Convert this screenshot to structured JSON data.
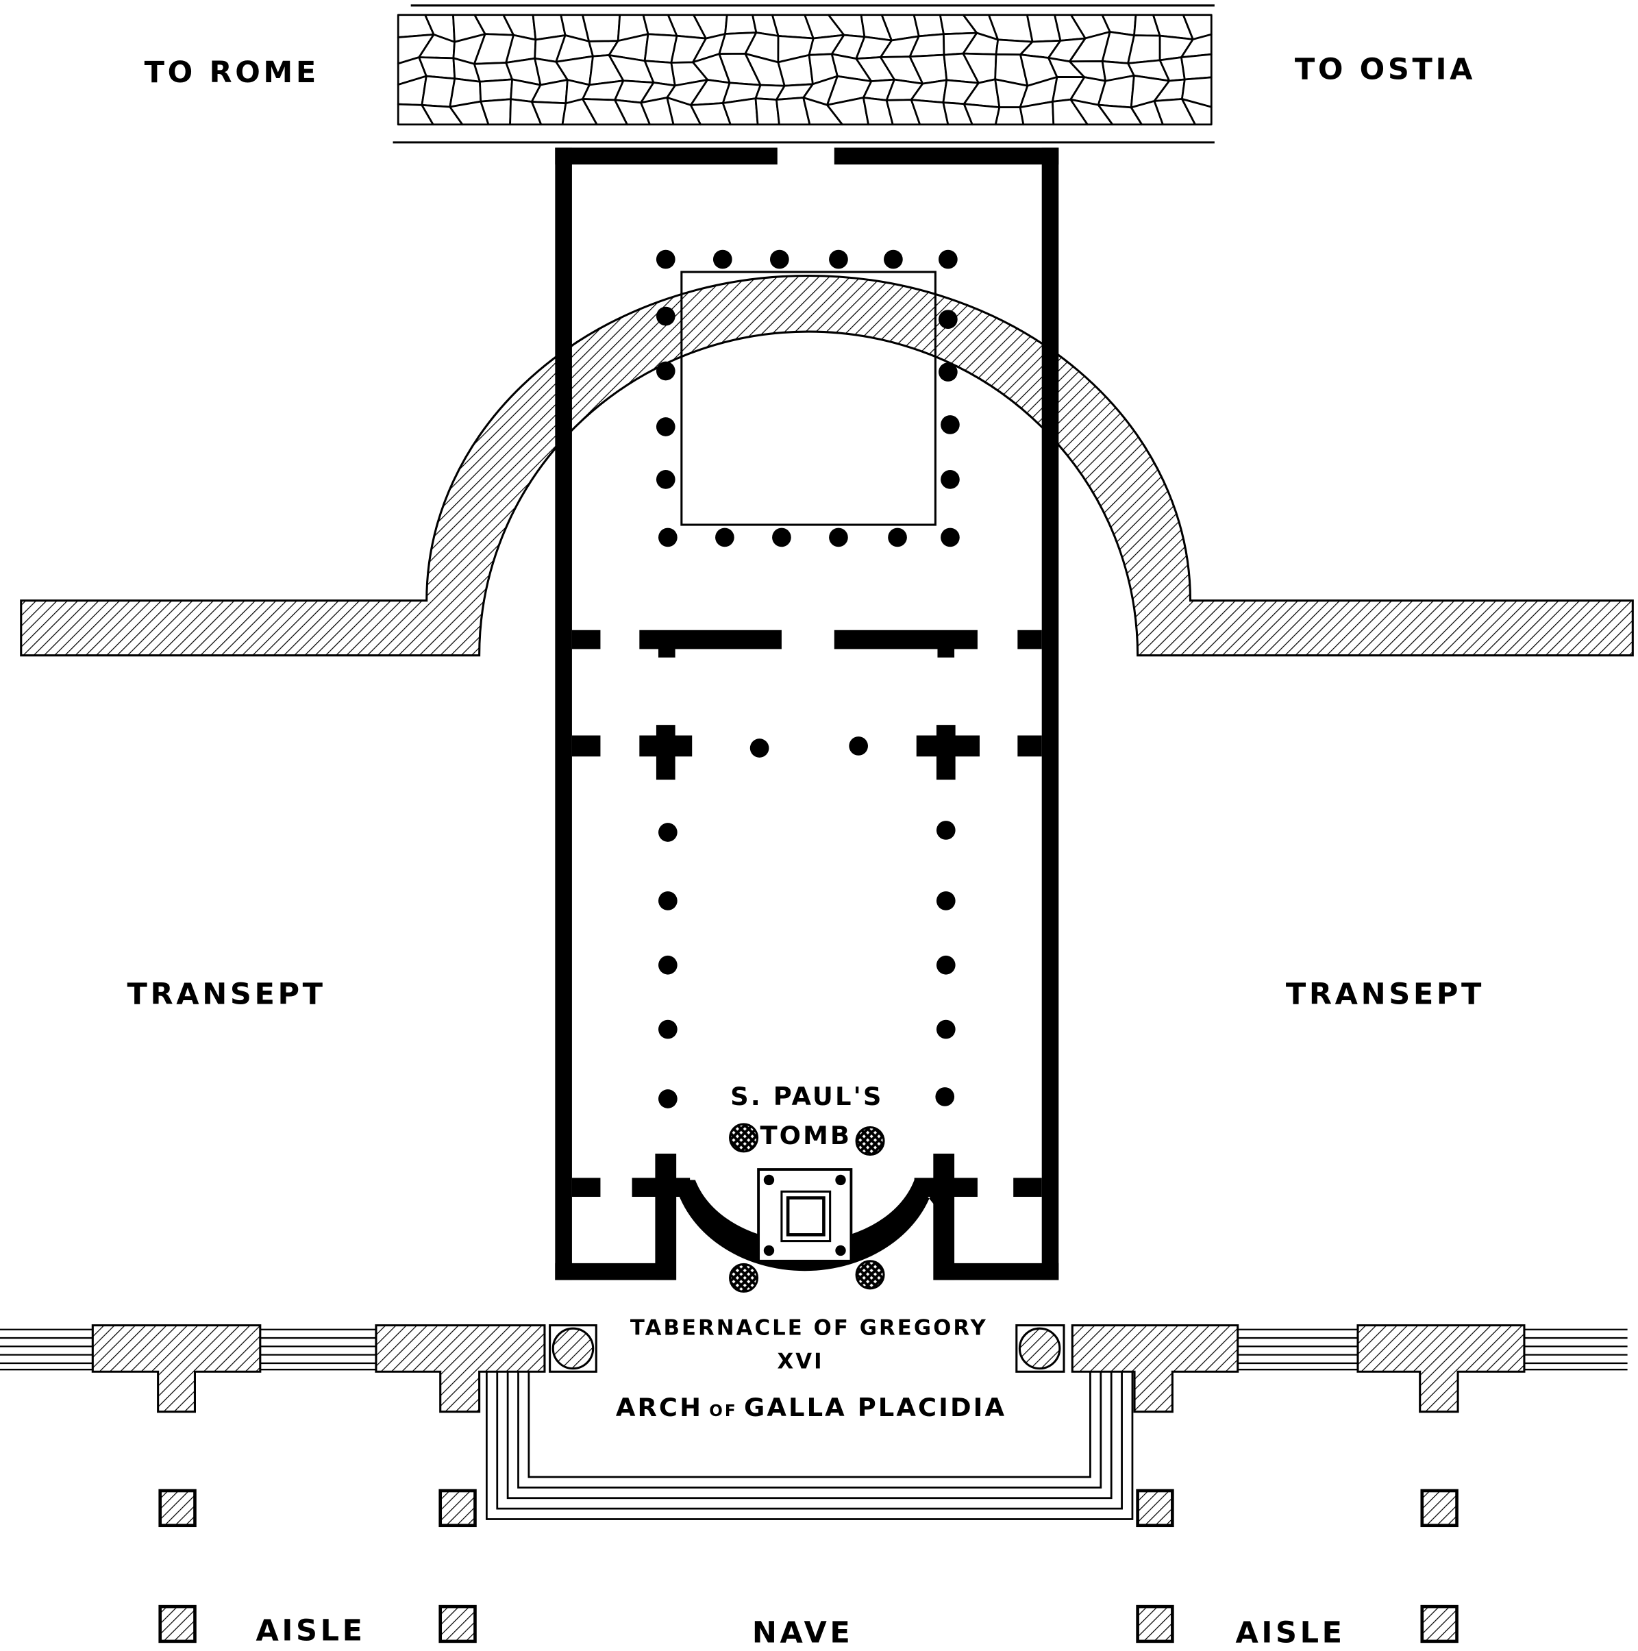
{
  "labels": {
    "to_rome": "TO ROME",
    "to_ostia": "TO OSTIA",
    "transept_left": "TRANSEPT",
    "transept_right": "TRANSEPT",
    "tomb_line1": "S. PAUL'S",
    "tomb_line2": "TOMB",
    "tabernacle_line1": "TABERNACLE OF GREGORY",
    "tabernacle_line2": "XVI",
    "arch_word1": "ARCH",
    "arch_word2": "OF",
    "arch_word3": "GALLA PLACIDIA",
    "aisle_left": "AISLE",
    "nave": "NAVE",
    "aisle_right": "AISLE"
  },
  "colors": {
    "ink": "#000000",
    "paper": "#ffffff"
  }
}
